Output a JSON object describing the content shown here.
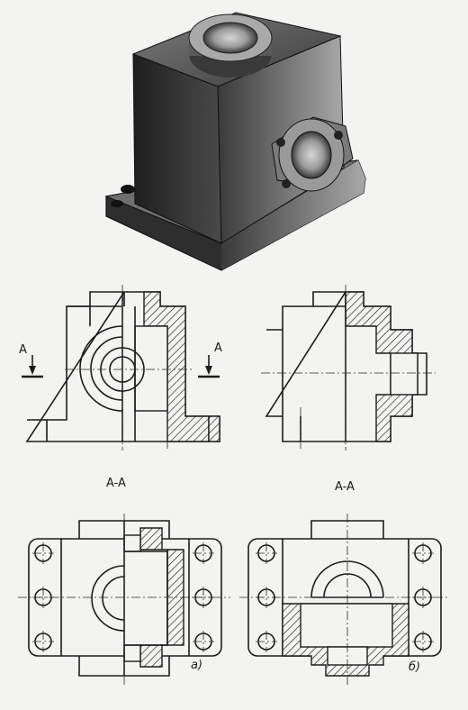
{
  "figure": {
    "labels": {
      "cut_mark_left": "A",
      "cut_mark_right": "A",
      "section_title_left": "A-A",
      "section_title_right": "A-A",
      "variant_a": "а)",
      "variant_b": "б)"
    },
    "colors": {
      "paper": "#f3f4f1",
      "ink": "#1c1c1c",
      "casting_dark": "#2b2b2b",
      "casting_light": "#8a8a8a"
    }
  }
}
